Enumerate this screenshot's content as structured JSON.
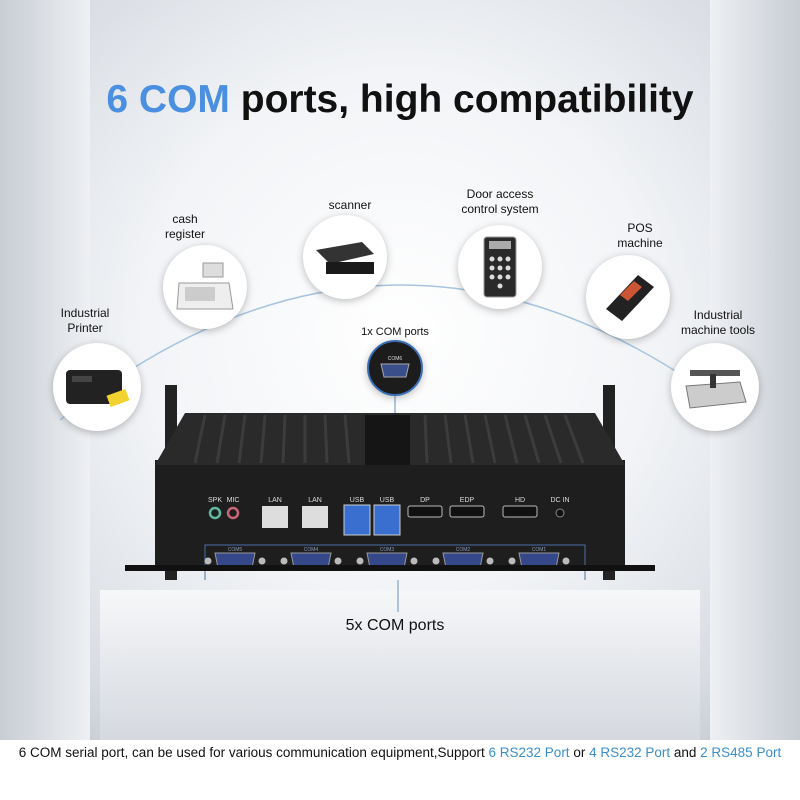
{
  "title": {
    "highlight": "6 COM",
    "rest": " ports, high compatibility"
  },
  "devices": [
    {
      "label_line1": "Industrial",
      "label_line2": "Printer",
      "icon": "printer-icon"
    },
    {
      "label_line1": "cash",
      "label_line2": "register",
      "icon": "cash-register-icon"
    },
    {
      "label_line1": "scanner",
      "label_line2": "",
      "icon": "scanner-icon"
    },
    {
      "label_line1": "Door access",
      "label_line2": "control system",
      "icon": "keypad-icon"
    },
    {
      "label_line1": "POS",
      "label_line2": "machine",
      "icon": "pos-terminal-icon"
    },
    {
      "label_line1": "Industrial",
      "label_line2": "machine tools",
      "icon": "cnc-machine-icon"
    }
  ],
  "single_com": {
    "label": "1x COM ports",
    "port_label": "COM6"
  },
  "multi_com": {
    "label": "5x COM ports"
  },
  "io_labels": [
    "SPK",
    "MIC",
    "LAN",
    "LAN",
    "USB",
    "USB",
    "DP",
    "EDP",
    "HD",
    "DC IN"
  ],
  "com_ports": [
    "COM5",
    "COM4",
    "COM3",
    "COM2",
    "COM1"
  ],
  "bottom": {
    "text1": "6 COM serial port, can be used for various communication equipment,Support ",
    "hl1": "6 RS232 Port",
    "text2": " or ",
    "hl2": "4 RS232 Port",
    "text3": " and ",
    "hl3": "2 RS485 Port"
  },
  "colors": {
    "accent": "#4a8fe0",
    "link": "#3b8fc9",
    "device": "#1a1a1a"
  }
}
